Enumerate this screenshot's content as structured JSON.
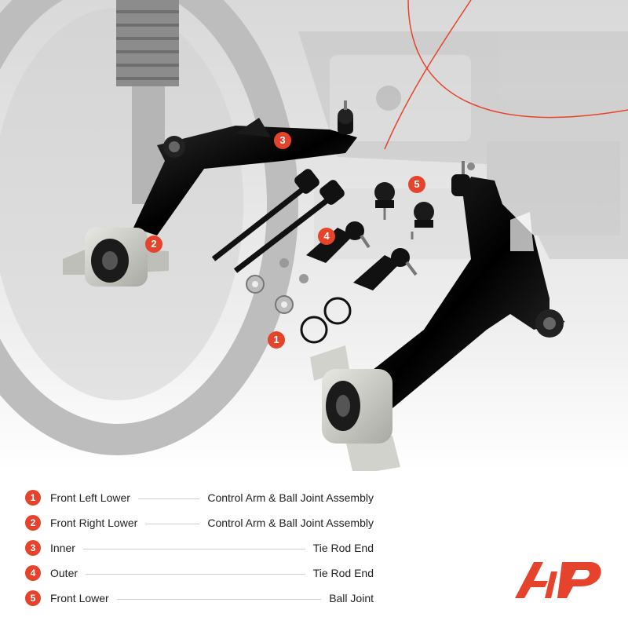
{
  "markers": [
    {
      "n": "1"
    },
    {
      "n": "2"
    },
    {
      "n": "3"
    },
    {
      "n": "4"
    },
    {
      "n": "5"
    }
  ],
  "legend": [
    {
      "n": "1",
      "left": "Front Left Lower",
      "right": "Control Arm & Ball Joint Assembly"
    },
    {
      "n": "2",
      "left": "Front Right Lower",
      "right": "Control Arm & Ball Joint Assembly"
    },
    {
      "n": "3",
      "left": "Inner",
      "right": "Tie Rod End"
    },
    {
      "n": "4",
      "left": "Outer",
      "right": "Tie Rod End"
    },
    {
      "n": "5",
      "left": "Front Lower",
      "right": "Ball Joint"
    }
  ],
  "colors": {
    "accent": "#e5432c",
    "part_black": "#111111",
    "bushing": "#cfcfca"
  },
  "logo": {
    "icon": "brand-logo-icon"
  }
}
